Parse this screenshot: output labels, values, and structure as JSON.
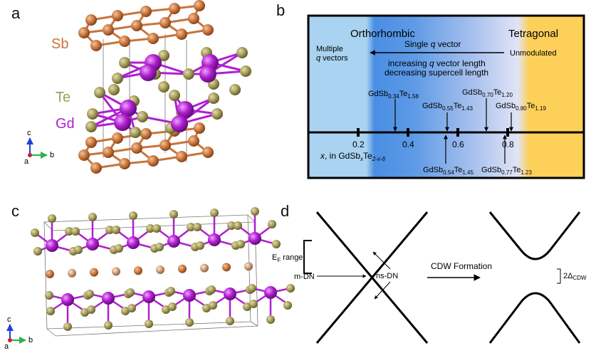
{
  "panels": {
    "a": {
      "letter": "a",
      "labels": {
        "sb": "Sb",
        "te": "Te",
        "gd": "Gd"
      },
      "axes": {
        "c": "c",
        "b": "b",
        "a": "a"
      }
    },
    "b": {
      "letter": "b",
      "phase_left": "Orthorhombic",
      "phase_right": "Tetragonal",
      "single_q": "Single q vector",
      "multiple_1": "Multiple",
      "multiple_2": "q vectors",
      "unmodulated": "Unmodulated",
      "arrow_text_1": "increasing q vector length",
      "arrow_text_2": "decreasing supercell length",
      "axis_label_prefix": "x, in GdSb",
      "axis_label_x": "x",
      "axis_label_te": "Te",
      "axis_label_sub": "2-x-δ",
      "ticks": [
        "0.2",
        "0.4",
        "0.6",
        "0.8"
      ],
      "compositions_above": [
        {
          "sb": "0.34",
          "te": "1.58"
        },
        {
          "sb": "0.55",
          "te": "1.43"
        },
        {
          "sb": "0.70",
          "te": "1.20"
        },
        {
          "sb": "0.80",
          "te": "1.19"
        }
      ],
      "compositions_below": [
        {
          "sb": "0.54",
          "te": "1.45"
        },
        {
          "sb": "0.77",
          "te": "1.23"
        }
      ],
      "colors": {
        "tetragonal": "#fdd05a",
        "ortho_blue": "#4a8ee3",
        "light_blue": "#a9d3f0"
      }
    },
    "c": {
      "letter": "c",
      "axes": {
        "c": "c",
        "b": "b",
        "a": "a"
      }
    },
    "d": {
      "letter": "d",
      "ef_range": "E",
      "ef_sub": "F",
      "ef_range_suffix": " range",
      "m_dn": "m-DN",
      "ns_dn": "ns-DN",
      "cdw_formation": "CDW Formation",
      "gap_label": "2Δ",
      "gap_sub": "CDW"
    }
  },
  "colors": {
    "sb": "#c8743a",
    "te": "#a39a55",
    "gd": "#b01fd1"
  }
}
